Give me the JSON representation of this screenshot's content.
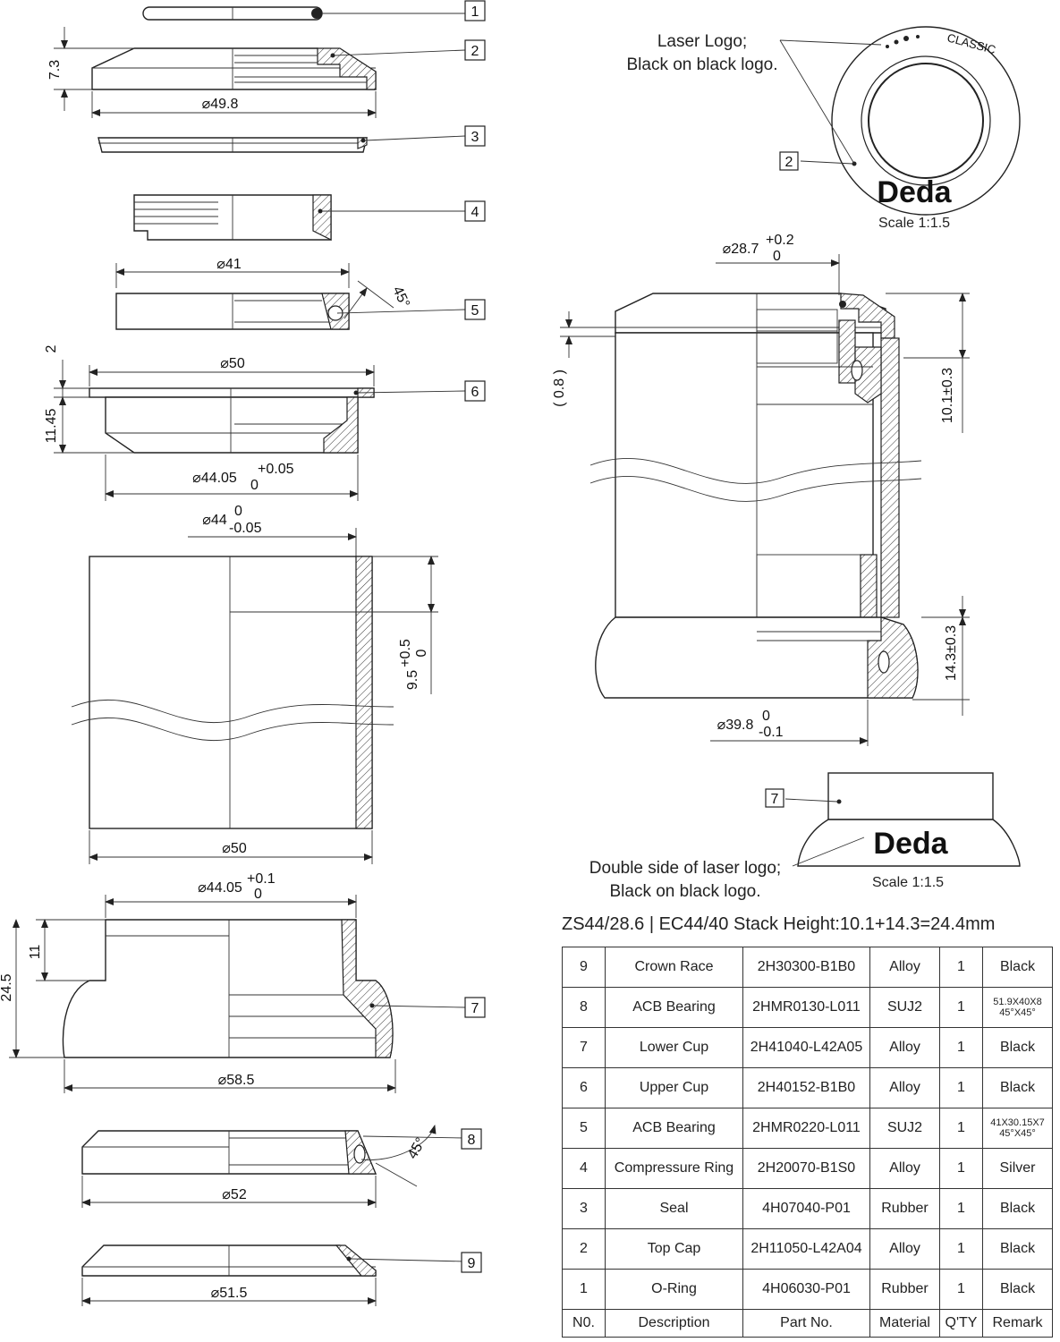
{
  "notes": {
    "laser_logo": [
      "Laser Logo;",
      "Black on black logo."
    ],
    "double_side_logo": [
      "Double side of laser logo;",
      "Black on black logo."
    ],
    "scale_top": "Scale 1:1.5",
    "scale_bottom": "Scale 1:1.5"
  },
  "brand_logo": "Deda",
  "logo_ring_text": "CLASSIC",
  "spec_line": "ZS44/28.6 | EC44/40  Stack Height:10.1+14.3=24.4mm",
  "dimensions": {
    "d1": "7.3",
    "d2": "⌀49.8",
    "d3": "⌀41",
    "d4": "45°",
    "d5": "2",
    "d6": "⌀50",
    "d7": "11.45",
    "d8_main": "⌀44.05",
    "d8_sup": "+0.05",
    "d8_sub": "0",
    "d9_main": "⌀44",
    "d9_sup": "0",
    "d9_sub": "-0.05",
    "d10_main": "9.5",
    "d10_sup": "+0.5",
    "d10_sub": "0",
    "d11": "⌀50",
    "d12_main": "⌀44.05",
    "d12_sup": "+0.1",
    "d12_sub": "0",
    "d13": "11",
    "d14": "24.5",
    "d15": "⌀58.5",
    "d16": "45°",
    "d17": "⌀52",
    "d18": "⌀51.5",
    "d19_main": "⌀28.7",
    "d19_sup": "+0.2",
    "d19_sub": "0",
    "d20": "(  0.8  )",
    "d21": "10.1±0.3",
    "d22": "14.3±0.3",
    "d23_main": "⌀39.8",
    "d23_sup": "0",
    "d23_sub": "-0.1"
  },
  "part_tags": [
    "1",
    "2",
    "3",
    "4",
    "5",
    "6",
    "7",
    "8",
    "9"
  ],
  "inset_tags": {
    "top_cap": "2",
    "lower_cup": "7"
  },
  "table": {
    "columns": [
      "N0.",
      "Description",
      "Part No.",
      "Material",
      "Q'TY",
      "Remark"
    ],
    "rows": [
      {
        "no": "9",
        "desc": "Crown Race",
        "part": "2H30300-B1B0",
        "mat": "Alloy",
        "qty": "1",
        "remark": "Black"
      },
      {
        "no": "8",
        "desc": "ACB Bearing",
        "part": "2HMR0130-L011",
        "mat": "SUJ2",
        "qty": "1",
        "remark": "51.9X40X8",
        "remark2": "45°X45°"
      },
      {
        "no": "7",
        "desc": "Lower Cup",
        "part": "2H41040-L42A05",
        "mat": "Alloy",
        "qty": "1",
        "remark": "Black"
      },
      {
        "no": "6",
        "desc": "Upper Cup",
        "part": "2H40152-B1B0",
        "mat": "Alloy",
        "qty": "1",
        "remark": "Black"
      },
      {
        "no": "5",
        "desc": "ACB Bearing",
        "part": "2HMR0220-L011",
        "mat": "SUJ2",
        "qty": "1",
        "remark": "41X30.15X7",
        "remark2": "45°X45°"
      },
      {
        "no": "4",
        "desc": "Compressure Ring",
        "part": "2H20070-B1S0",
        "mat": "Alloy",
        "qty": "1",
        "remark": "Silver"
      },
      {
        "no": "3",
        "desc": "Seal",
        "part": "4H07040-P01",
        "mat": "Rubber",
        "qty": "1",
        "remark": "Black"
      },
      {
        "no": "2",
        "desc": "Top Cap",
        "part": "2H11050-L42A04",
        "mat": "Alloy",
        "qty": "1",
        "remark": "Black"
      },
      {
        "no": "1",
        "desc": "O-Ring",
        "part": "4H06030-P01",
        "mat": "Rubber",
        "qty": "1",
        "remark": "Black"
      }
    ]
  }
}
